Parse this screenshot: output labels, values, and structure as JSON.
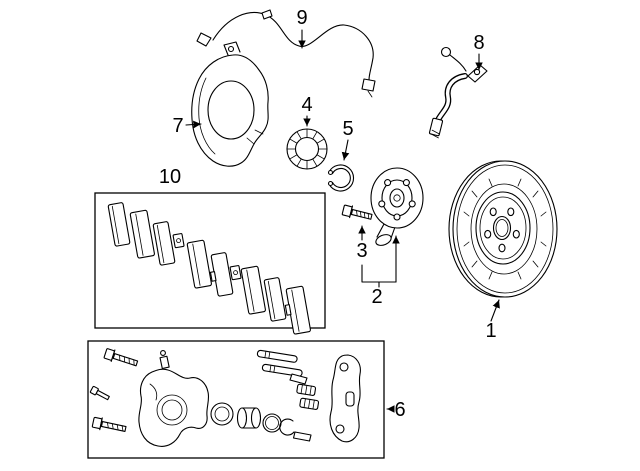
{
  "page": {
    "background_color": "#ffffff",
    "line_color": "#000000"
  },
  "callouts": {
    "c1": "1",
    "c2": "2",
    "c3": "3",
    "c4": "4",
    "c5": "5",
    "c6": "6",
    "c7": "7",
    "c8": "8",
    "c9": "9",
    "c10": "10"
  }
}
